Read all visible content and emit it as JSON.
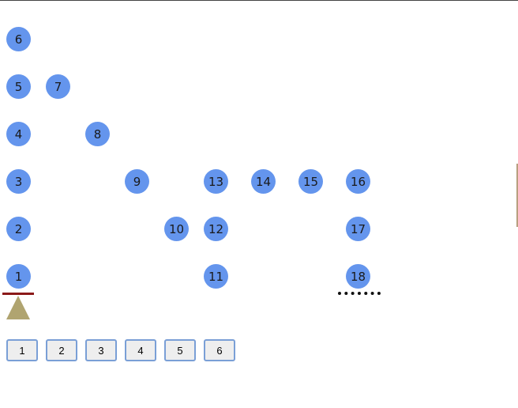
{
  "board": {
    "nodes": [
      "1",
      "2",
      "3",
      "4",
      "5",
      "6",
      "7",
      "8",
      "9",
      "10",
      "11",
      "12",
      "13",
      "14",
      "15",
      "16",
      "17",
      "18"
    ]
  },
  "colors": {
    "node": "#6495ed",
    "start_bar": "#8b1a1a",
    "player_marker": "#b0a470",
    "goal_line": "#111111",
    "button_border": "#7a9fd6"
  },
  "dice": {
    "buttons": [
      "1",
      "2",
      "3",
      "4",
      "5",
      "6"
    ]
  }
}
